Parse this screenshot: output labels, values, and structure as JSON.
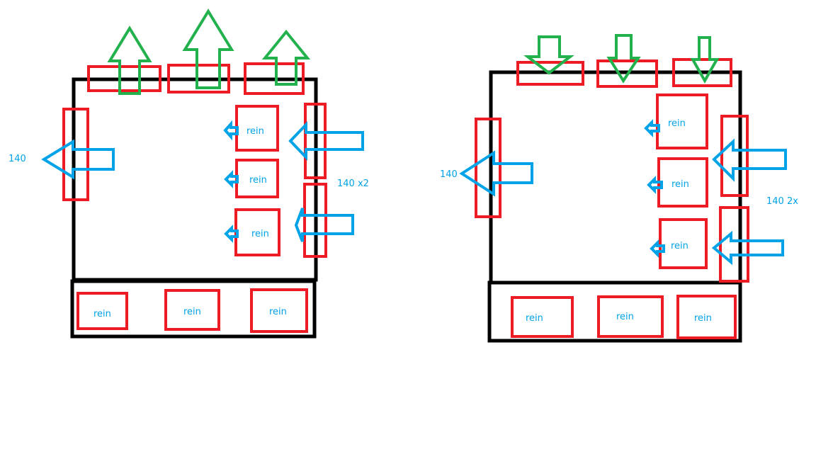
{
  "colors": {
    "frame": "#000000",
    "region": "#ed1c24",
    "move_arrow": "#22b14c",
    "size_arrow": "#00a2e8"
  },
  "left": {
    "side_label": "140",
    "right_label": "140 x2",
    "inner_boxes": [
      "rein",
      "rein",
      "rein"
    ],
    "bottom_boxes": [
      "rein",
      "rein",
      "rein"
    ]
  },
  "right": {
    "side_label": "140",
    "right_label": "140 2x",
    "inner_boxes": [
      "rein",
      "rein",
      "rein"
    ],
    "bottom_boxes": [
      "rein",
      "rein",
      "rein"
    ]
  }
}
